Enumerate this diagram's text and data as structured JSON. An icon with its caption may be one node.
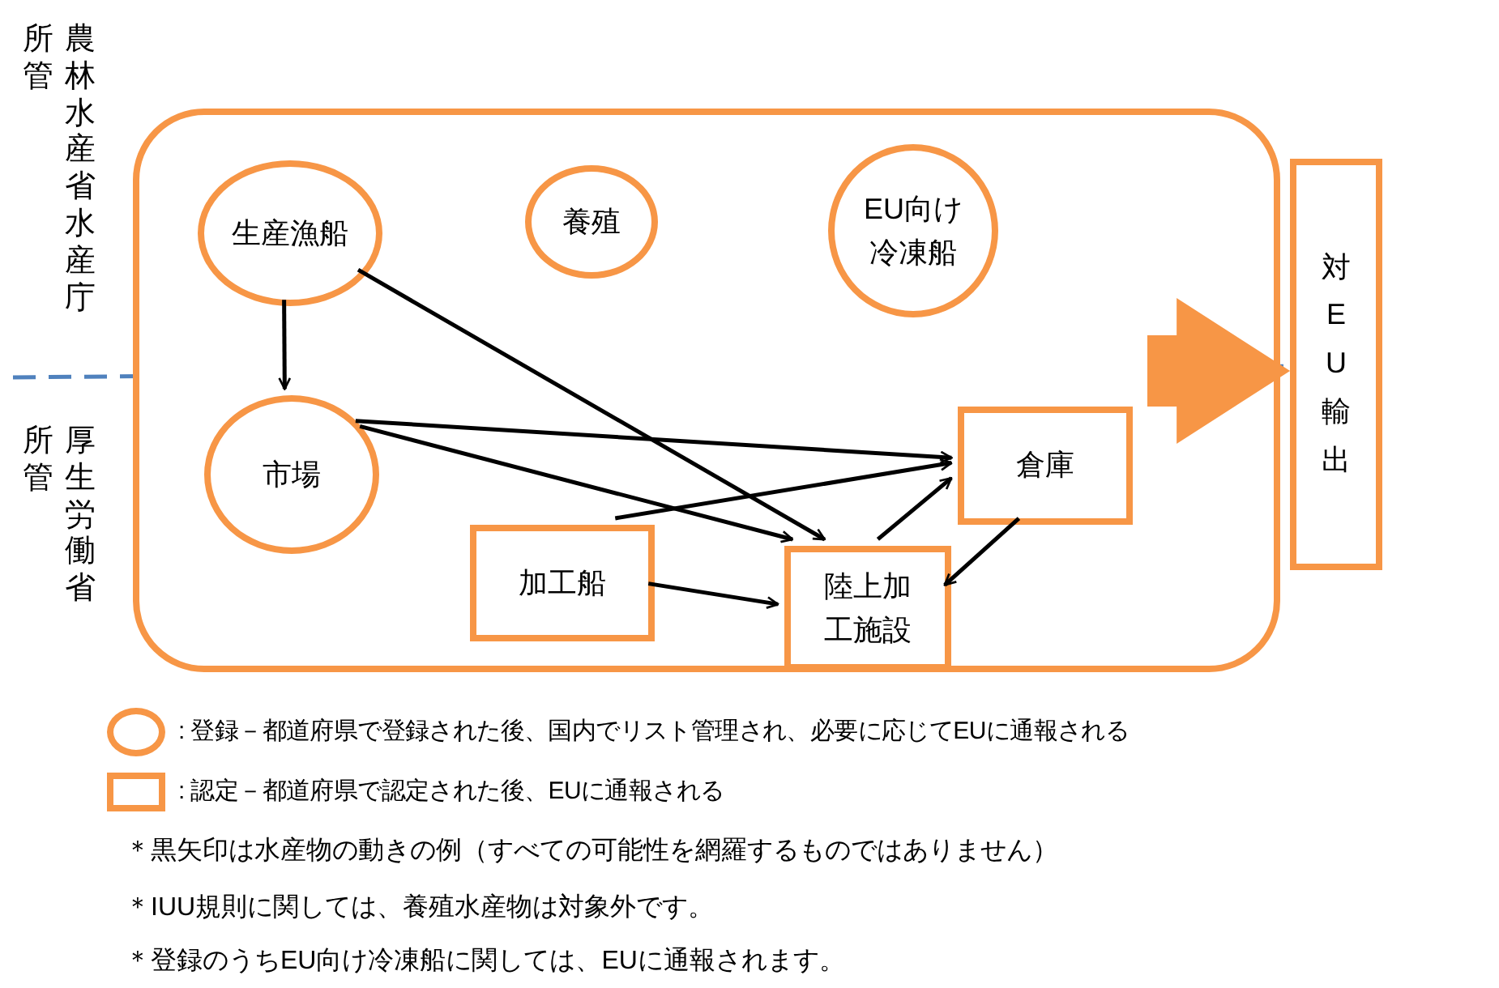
{
  "diagram": {
    "nodes": [
      {
        "text": [],
        "shape": "box"
      },
      {
        "text": [
          "生産漁船"
        ],
        "in": 0
      },
      {
        "text": [
          "養殖"
        ],
        "in": 0
      },
      {
        "text": [
          "EU向け冷凍船"
        ],
        "in": 0
      },
      {
        "text": [
          "市場"
        ],
        "in": 0
      },
      {
        "text": [
          "倉庫"
        ],
        "in": 0
      },
      {
        "text": [
          "加工船"
        ],
        "in": 0
      },
      {
        "text": [
          "陸上加工施設"
        ],
        "in": 0
      },
      {
        "text": [
          "対EU輸出"
        ]
      }
    ],
    "edges": [
      {
        "from": 1,
        "to": 4,
        "arrow": "to"
      },
      {
        "from": 1,
        "to": 7,
        "arrow": "to"
      },
      {
        "from": 4,
        "to": 5,
        "arrow": "to"
      },
      {
        "from": 4,
        "to": 7,
        "arrow": "to"
      },
      {
        "from": 6,
        "to": 5,
        "arrow": "to"
      },
      {
        "from": 6,
        "to": 7,
        "arrow": "to"
      },
      {
        "from": 7,
        "to": 5,
        "arrow": "to"
      },
      {
        "from": 5,
        "to": 7,
        "arrow": "to"
      },
      {
        "from": 0,
        "to": 8,
        "arrow": "to",
        "style": "thick",
        "color": "#f79646"
      }
    ],
    "labels": [
      "所管",
      "農林水産省水産庁",
      "所管",
      "厚生労働省",
      "＊黒矢印は水産物の動きの例（すべての可能性を網羅するものではありません）",
      "＊IUU規則に関しては、養殖水産物は対象外です。",
      "＊登録のうちEU向け冷凍船に関しては、EUに通報されます。"
    ],
    "legend": [
      {
        "text": ": 登録－都道府県で登録された後、国内でリスト管理され、必要に応じてEUに通報される"
      },
      {
        "text": ": 認定－都道府県で認定された後、EUに通報される"
      }
    ]
  }
}
